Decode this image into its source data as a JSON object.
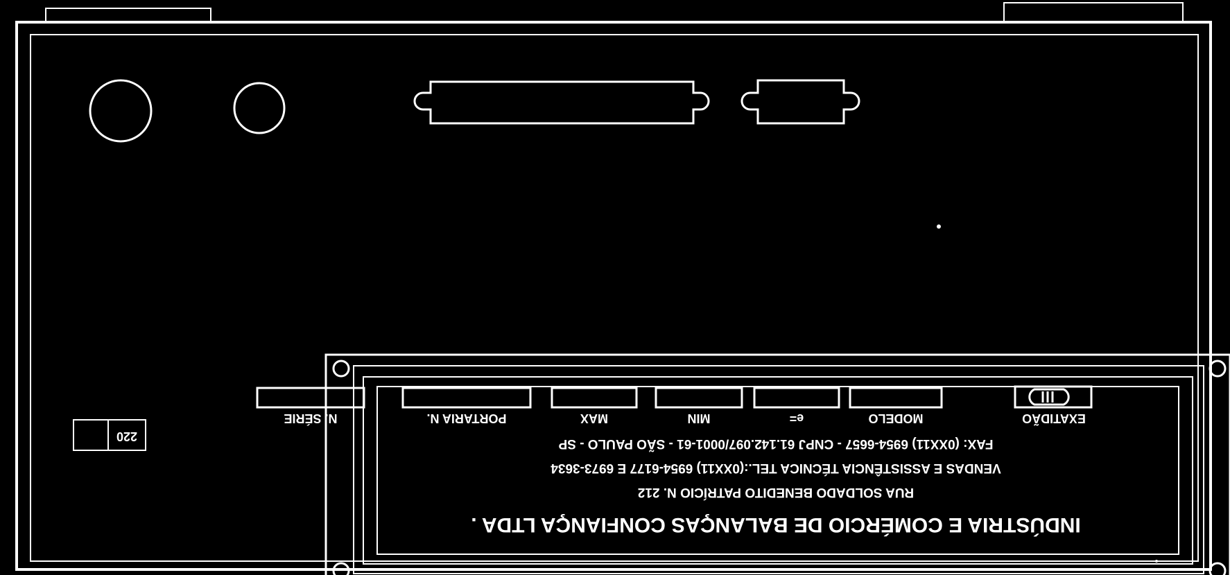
{
  "colors": {
    "background": "#000000",
    "line": "#ffffff"
  },
  "panel": {
    "voltage_label": "220"
  },
  "connectors": [
    {
      "name": "round-connector-left"
    },
    {
      "name": "round-connector-right"
    },
    {
      "name": "db-connector-large"
    },
    {
      "name": "db-connector-small"
    }
  ],
  "plate": {
    "company": "INDÚSTRIA E COMÉRCIO DE BALANÇAS CONFIANÇA LTDA .",
    "address": "RUA SOLDADO BENEDITO PATRÍCIO N. 212",
    "sales": "VENDAS E ASSISTÊNCIA TÉCNICA TEL.:(0XX11) 6954-6177 E 6973-3634",
    "fax": "FAX: (0XX11) 6954-6657 - CNPJ 61.142.097/0001-61 - SÃO PAULO - SP",
    "fields": [
      "N. SÉRIE",
      "PORTARIA N.",
      "MAX",
      "MIN",
      "e=",
      "MODELO",
      "EXATIDÃO"
    ],
    "exatidao_mark": "III"
  }
}
